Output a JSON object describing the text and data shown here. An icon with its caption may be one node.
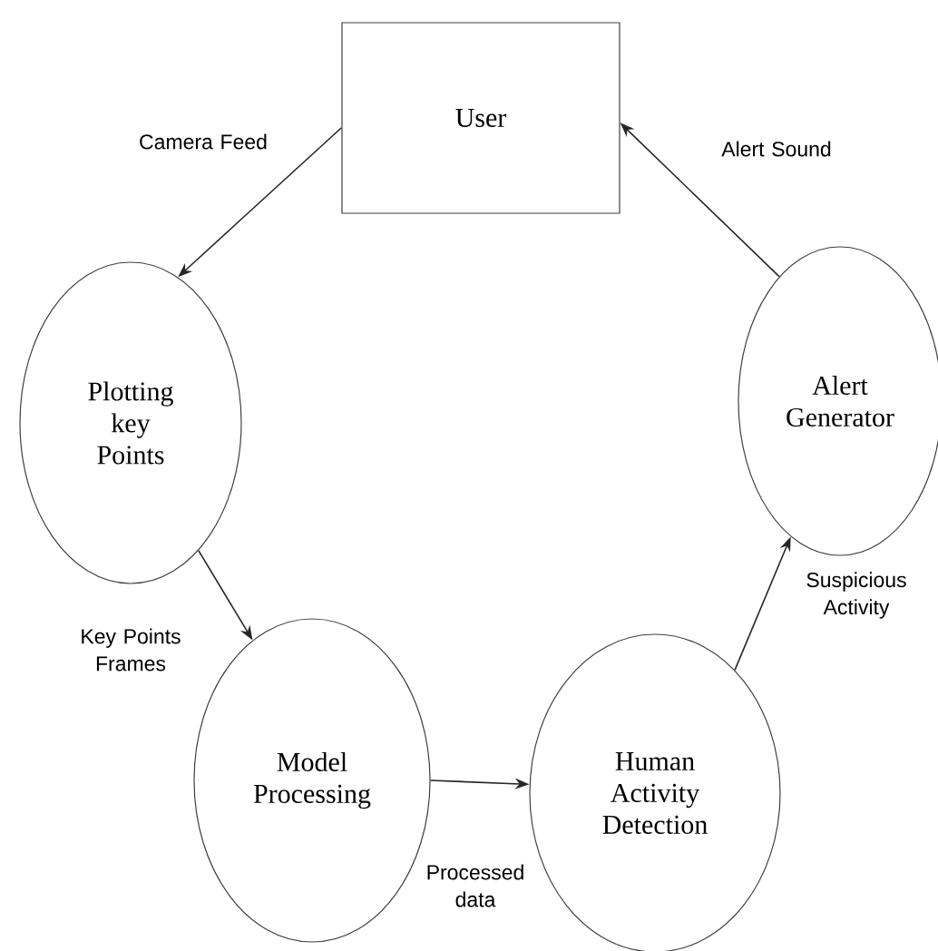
{
  "diagram": {
    "nodes": [
      {
        "text": [
          "User"
        ]
      },
      {
        "text": [
          "Plotting key Points"
        ]
      },
      {
        "text": [
          "Model Processing"
        ]
      },
      {
        "text": [
          "Human Activity Detection"
        ]
      },
      {
        "text": [
          "Alert Generator"
        ]
      }
    ],
    "edges": [
      {
        "from": 0,
        "to": 1,
        "arrow": "to",
        "label": "Camera Feed"
      },
      {
        "from": 1,
        "to": 2,
        "arrow": "to",
        "label": "Key Points Frames"
      },
      {
        "from": 2,
        "to": 3,
        "arrow": "to",
        "label": "Processed data"
      },
      {
        "from": 3,
        "to": 4,
        "arrow": "to",
        "label": "Suspicious Activity"
      },
      {
        "from": 4,
        "to": 0,
        "arrow": "to",
        "label": "Alert Sound"
      }
    ]
  }
}
